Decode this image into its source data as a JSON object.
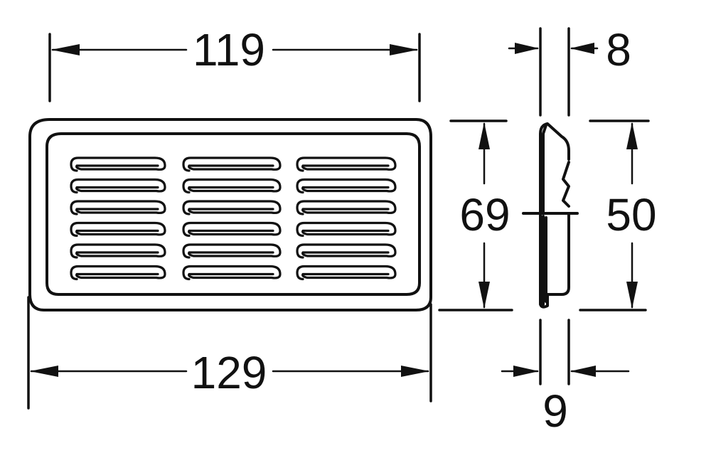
{
  "drawing": {
    "colors": {
      "line": "#111111",
      "background": "#ffffff"
    },
    "dimensions": {
      "inner_width": "119",
      "outer_width": "129",
      "side_top_depth": "8",
      "side_bottom_depth": "9",
      "outer_height": "69",
      "inner_height": "50"
    },
    "grille": {
      "slot_columns": 3,
      "slots_per_column": 6
    }
  }
}
